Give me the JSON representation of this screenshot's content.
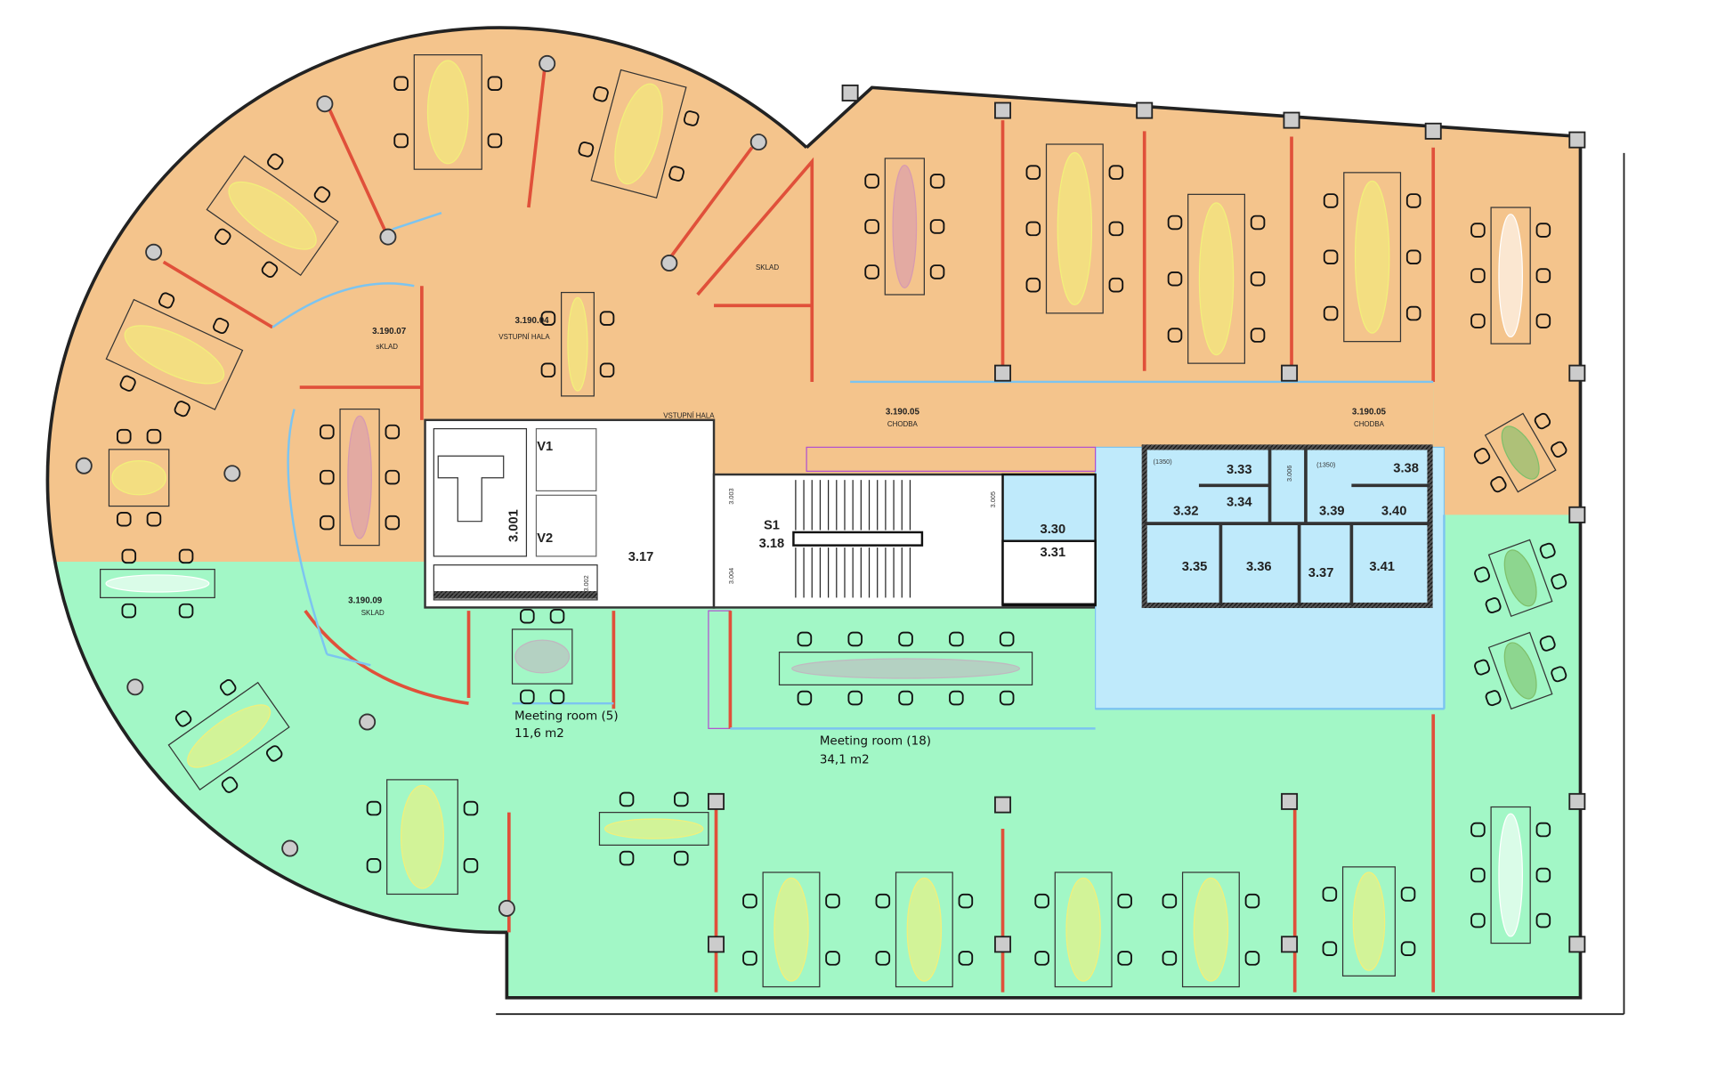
{
  "plan": {
    "zones": {
      "office_color": "#f4c48c",
      "open_space_color": "#a2f7c6",
      "sanitary_color": "#bfeafb",
      "wall_color": "#e0503a",
      "glass_color": "#7cc4f0"
    },
    "rooms": [
      {
        "code": "3.190.07",
        "name": "sKLAD"
      },
      {
        "code": "3.190.04",
        "name": "VSTUPNÍ HALA"
      },
      {
        "code": "3.190.05",
        "name": "CHODBA"
      },
      {
        "code": "3.190.05",
        "name": "CHODBA"
      },
      {
        "code": "3.190.09",
        "name": "SKLAD"
      }
    ],
    "extra_labels": {
      "vstupni_hala": "VSTUPNÍ HALA",
      "sklad": "SKLAD"
    },
    "core": {
      "v1": "V1",
      "v2": "V2",
      "shaft": "3.001",
      "r3002": "3.002",
      "r3003": "3.003",
      "r3004": "3.004",
      "r3005": "3.005",
      "r3006": "3.006",
      "lobby": "3.17",
      "stair_name": "S1",
      "stair": "3.18",
      "r330": "3.30",
      "r331": "3.31"
    },
    "wc": {
      "r332": "3.32",
      "r333": "3.33",
      "r334": "3.34",
      "r335": "3.35",
      "r336": "3.36",
      "r337": "3.37",
      "r338": "3.38",
      "r339": "3.39",
      "r340": "3.40",
      "r341": "3.41",
      "height_note": "(1350)"
    },
    "meeting_rooms": [
      {
        "name": "Meeting room (5)",
        "area": "11,6 m2"
      },
      {
        "name": "Meeting room (18)",
        "area": "34,1 m2"
      }
    ]
  }
}
